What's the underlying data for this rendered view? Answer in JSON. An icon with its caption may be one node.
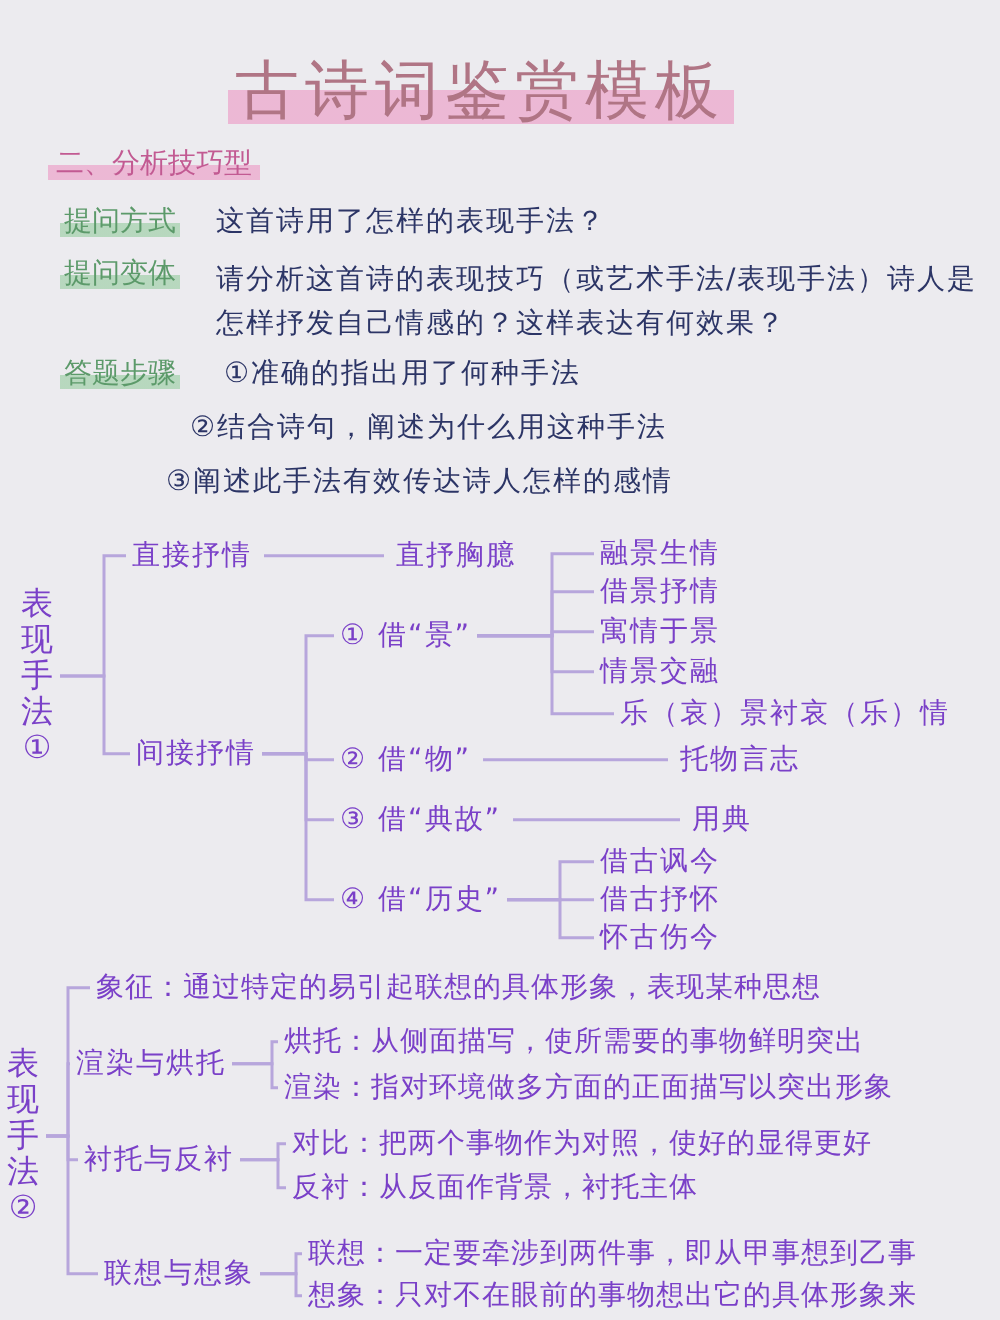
{
  "diagram": {
    "title": "古诗词鉴赏模板",
    "nodes": [
      {
        "text": [
          "表现手法①"
        ]
      },
      {
        "text": [
          "直接抒情"
        ]
      },
      {
        "text": [
          "直抒胸臆"
        ]
      },
      {
        "text": [
          "间接抒情"
        ]
      },
      {
        "text": [
          "① 借“景”"
        ]
      },
      {
        "text": [
          "融景生情"
        ]
      },
      {
        "text": [
          "借景抒情"
        ]
      },
      {
        "text": [
          "寓情于景"
        ]
      },
      {
        "text": [
          "情景交融"
        ]
      },
      {
        "text": [
          "乐（哀）景衬哀（乐）情"
        ]
      },
      {
        "text": [
          "② 借“物”"
        ]
      },
      {
        "text": [
          "托物言志"
        ]
      },
      {
        "text": [
          "③ 借“典故”"
        ]
      },
      {
        "text": [
          "用典"
        ]
      },
      {
        "text": [
          "④ 借“历史”"
        ]
      },
      {
        "text": [
          "借古讽今"
        ]
      },
      {
        "text": [
          "借古抒怀"
        ]
      },
      {
        "text": [
          "怀古伤今"
        ]
      },
      {
        "text": [
          "表现手法②"
        ]
      },
      {
        "text": [
          "象征：通过特定的易引起联想的具体形象，表现某种思想"
        ]
      },
      {
        "text": [
          "渲染与烘托"
        ]
      },
      {
        "text": [
          "烘托：从侧面描写，使所需要的事物鲜明突出"
        ]
      },
      {
        "text": [
          "渲染：指对环境做多方面的正面描写以突出形象"
        ]
      },
      {
        "text": [
          "衬托与反衬"
        ]
      },
      {
        "text": [
          "对比：把两个事物作为对照，使好的显得更好"
        ]
      },
      {
        "text": [
          "反衬：从反面作背景，衬托主体"
        ]
      },
      {
        "text": [
          "联想与想象"
        ]
      },
      {
        "text": [
          "联想：一定要牵涉到两件事，即从甲事想到乙事"
        ]
      },
      {
        "text": [
          "想象：只对不在眼前的事物想出它的具体形象来"
        ]
      }
    ],
    "edges": [
      {
        "from": 0,
        "to": 1,
        "arrow": "none"
      },
      {
        "from": 0,
        "to": 3,
        "arrow": "none"
      },
      {
        "from": 1,
        "to": 2,
        "arrow": "none"
      },
      {
        "from": 3,
        "to": 4,
        "arrow": "none"
      },
      {
        "from": 3,
        "to": 10,
        "arrow": "none"
      },
      {
        "from": 3,
        "to": 12,
        "arrow": "none"
      },
      {
        "from": 3,
        "to": 14,
        "arrow": "none"
      },
      {
        "from": 4,
        "to": 5,
        "arrow": "none"
      },
      {
        "from": 4,
        "to": 6,
        "arrow": "none"
      },
      {
        "from": 4,
        "to": 7,
        "arrow": "none"
      },
      {
        "from": 4,
        "to": 8,
        "arrow": "none"
      },
      {
        "from": 4,
        "to": 9,
        "arrow": "none"
      },
      {
        "from": 10,
        "to": 11,
        "arrow": "none"
      },
      {
        "from": 12,
        "to": 13,
        "arrow": "none"
      },
      {
        "from": 14,
        "to": 15,
        "arrow": "none"
      },
      {
        "from": 14,
        "to": 16,
        "arrow": "none"
      },
      {
        "from": 14,
        "to": 17,
        "arrow": "none"
      },
      {
        "from": 18,
        "to": 19,
        "arrow": "none"
      },
      {
        "from": 18,
        "to": 20,
        "arrow": "none"
      },
      {
        "from": 18,
        "to": 23,
        "arrow": "none"
      },
      {
        "from": 18,
        "to": 26,
        "arrow": "none"
      },
      {
        "from": 20,
        "to": 21,
        "arrow": "none"
      },
      {
        "from": 20,
        "to": 22,
        "arrow": "none"
      },
      {
        "from": 23,
        "to": 24,
        "arrow": "none"
      },
      {
        "from": 23,
        "to": 25,
        "arrow": "none"
      },
      {
        "from": 26,
        "to": 27,
        "arrow": "none"
      },
      {
        "from": 26,
        "to": 28,
        "arrow": "none"
      }
    ],
    "labels": [
      "二、分析技巧型",
      "提问方式",
      "这首诗用了怎样的表现手法？",
      "提问变体",
      "请分析这首诗的表现技巧（或艺术手法/表现手法）诗人是怎样抒发自己情感的？这样表达有何效果？",
      "答题步骤",
      "①准确的指出用了何种手法",
      "②结合诗句，阐述为什么用这种手法",
      "③阐述此手法有效传达诗人怎样的感情"
    ]
  }
}
